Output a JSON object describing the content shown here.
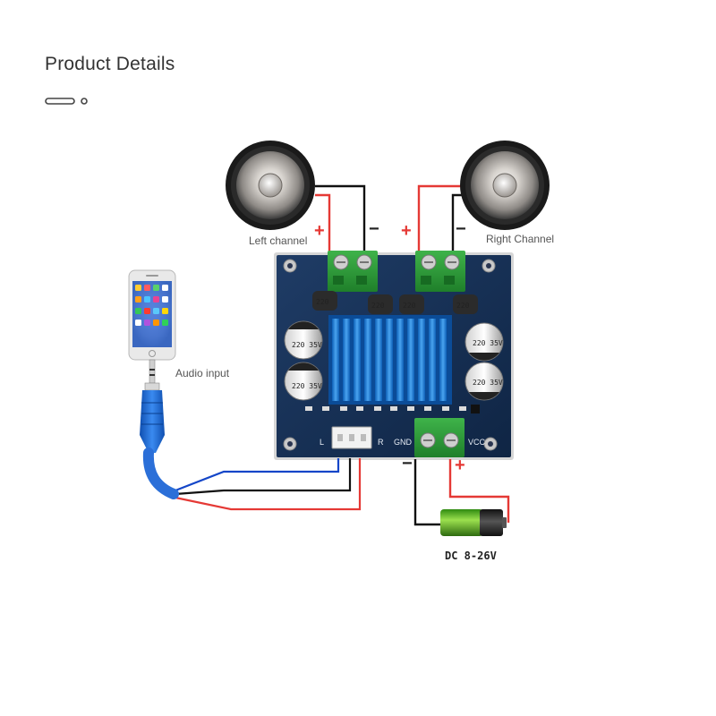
{
  "header": {
    "title": "Product Details"
  },
  "diagram": {
    "left_speaker_label": "Left channel",
    "right_speaker_label": "Right Channel",
    "audio_input_label": "Audio input",
    "power_label": "DC 8-26V",
    "board": {
      "pin_l": "L",
      "pin_r": "R",
      "pin_gnd": "GND",
      "pin_vcc": "VCC",
      "cap_small_1": "220",
      "cap_small_2": "220",
      "cap_small_3": "220",
      "cap_small_4": "220",
      "cap_big_left_1": "220 35V",
      "cap_big_left_2": "220 35V",
      "cap_big_right_1": "220 35V",
      "cap_big_right_2": "220 35V"
    },
    "signs": {
      "plus": "+",
      "minus": "−"
    }
  }
}
